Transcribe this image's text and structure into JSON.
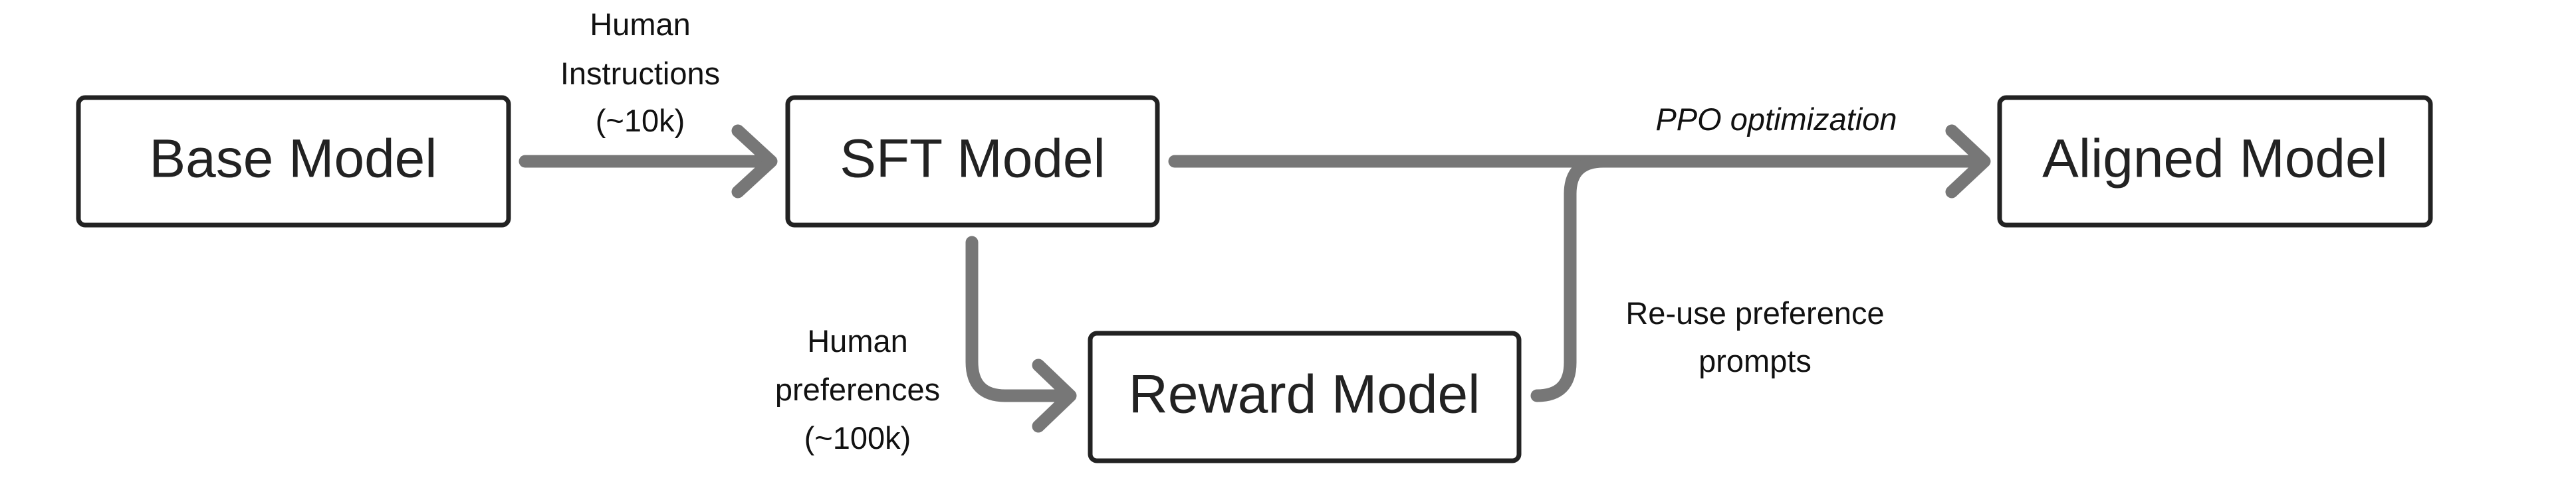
{
  "nodes": {
    "base_model": "Base Model",
    "sft_model": "SFT Model",
    "reward_model": "Reward Model",
    "aligned_model": "Aligned Model"
  },
  "edges": {
    "base_to_sft": [
      "Human",
      "Instructions",
      "(~10k)"
    ],
    "sft_to_reward": [
      "Human",
      "preferences",
      "(~100k)"
    ],
    "sft_to_aligned": [
      "PPO optimization"
    ],
    "reward_to_aligned": [
      "Re-use preference",
      "prompts"
    ]
  },
  "colors": {
    "box_border": "#222222",
    "arrow": "#777777",
    "text": "#222222"
  }
}
